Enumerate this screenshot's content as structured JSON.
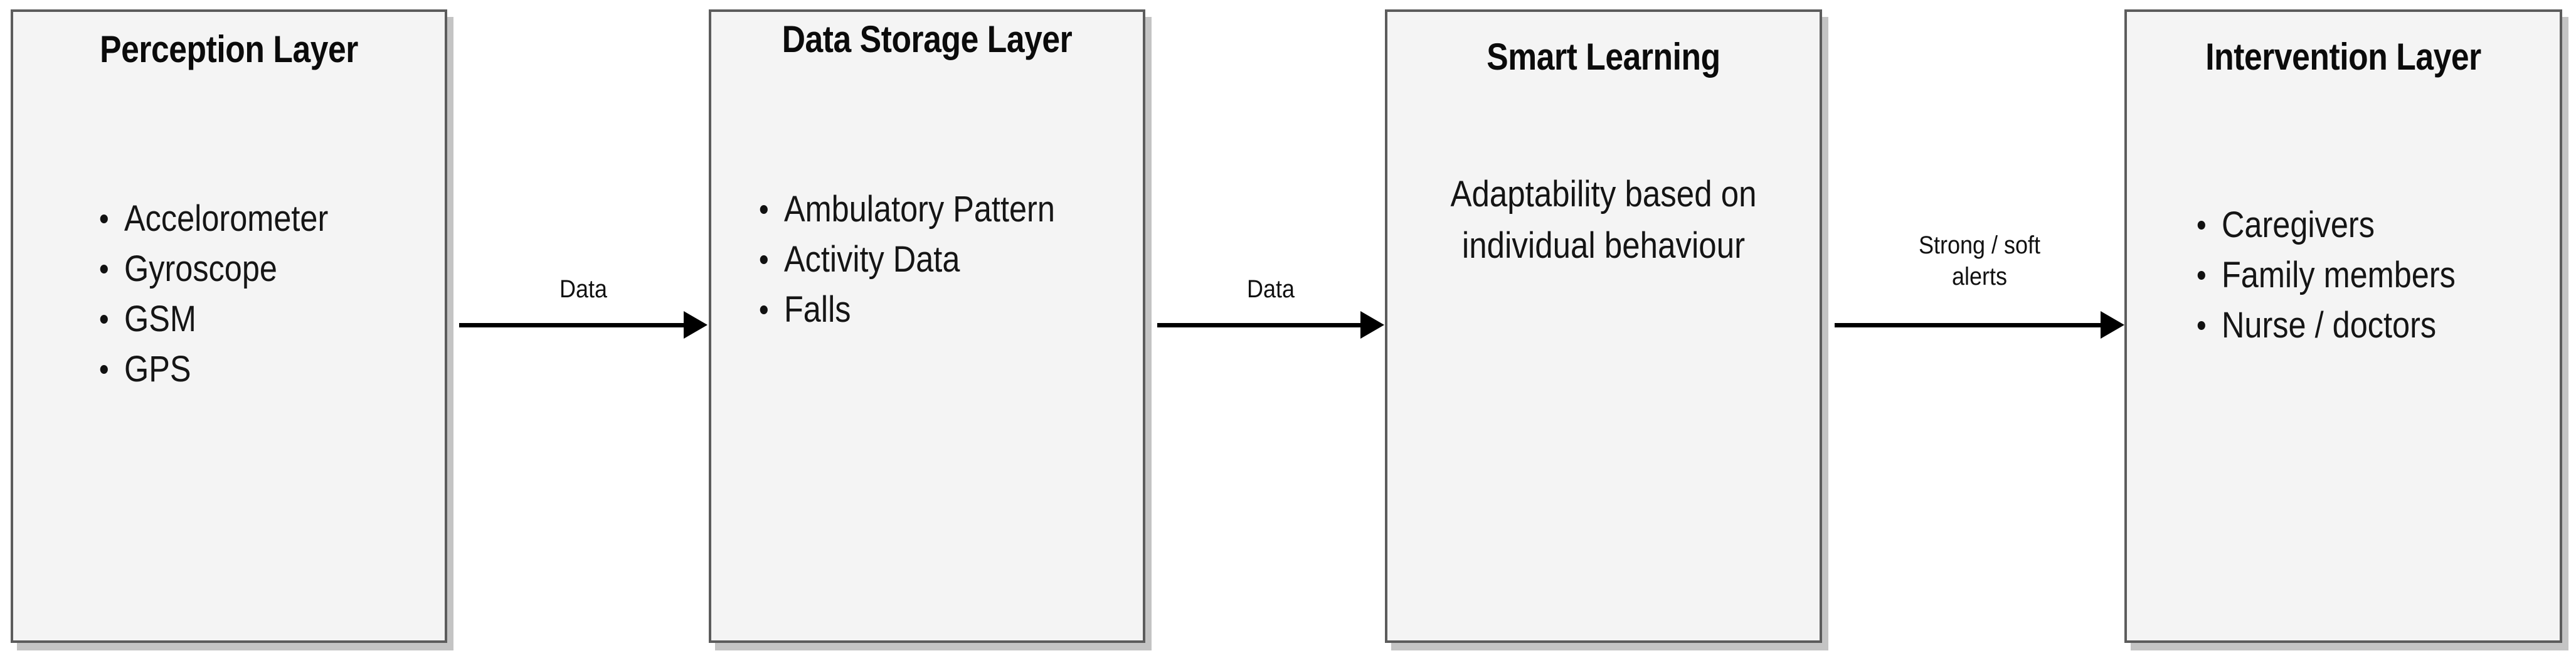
{
  "diagram": {
    "type": "flow-diagram",
    "orientation": "left-to-right",
    "boxes": [
      {
        "id": "perception-layer",
        "title": "Perception Layer",
        "content_type": "bullets",
        "items": [
          "Accelorometer",
          "Gyroscope",
          "GSM",
          "GPS"
        ]
      },
      {
        "id": "data-storage-layer",
        "title": "Data Storage Layer",
        "content_type": "bullets",
        "items": [
          "Ambulatory Pattern",
          "Activity Data",
          "Falls"
        ]
      },
      {
        "id": "smart-learning",
        "title": "Smart Learning",
        "content_type": "paragraph",
        "lines": [
          "Adaptability based on",
          "individual behaviour"
        ]
      },
      {
        "id": "intervention-layer",
        "title": "Intervention Layer",
        "content_type": "bullets",
        "items": [
          "Caregivers",
          "Family members",
          "Nurse / doctors"
        ]
      }
    ],
    "arrows": [
      {
        "id": "arrow-1",
        "from": "perception-layer",
        "to": "data-storage-layer",
        "lines": [
          "Data"
        ]
      },
      {
        "id": "arrow-2",
        "from": "data-storage-layer",
        "to": "smart-learning",
        "lines": [
          "Data"
        ]
      },
      {
        "id": "arrow-3",
        "from": "smart-learning",
        "to": "intervention-layer",
        "lines": [
          "Strong / soft",
          "alerts"
        ]
      }
    ],
    "colors": {
      "box_fill": "#f4f4f4",
      "box_border": "#5c5c5c",
      "box_shadow": "#c4c4c4",
      "text": "#111111",
      "arrow": "#000000",
      "background": "#ffffff"
    }
  }
}
